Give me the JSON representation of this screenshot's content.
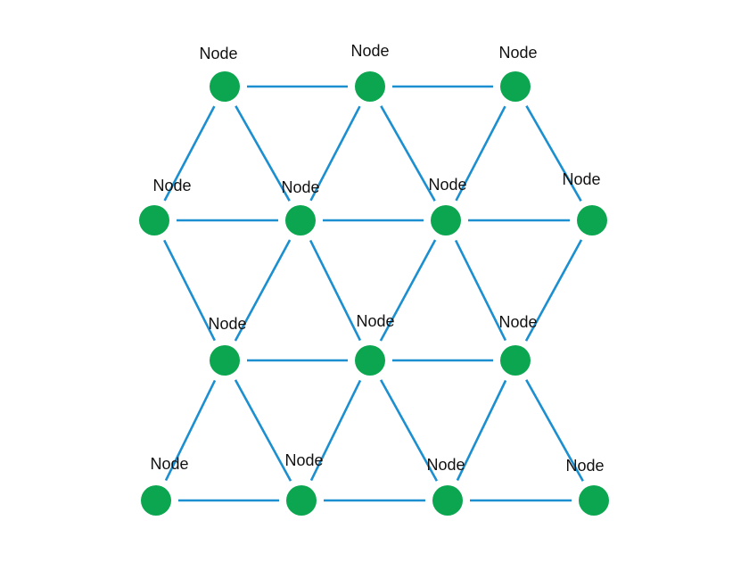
{
  "diagram": {
    "colors": {
      "node": "#0ca650",
      "edge": "#1b8fd0",
      "label": "#111111",
      "background": "#ffffff"
    },
    "nodes": [
      {
        "id": "r0c0",
        "label": "Node"
      },
      {
        "id": "r0c1",
        "label": "Node"
      },
      {
        "id": "r0c2",
        "label": "Node"
      },
      {
        "id": "r1c0",
        "label": "Node"
      },
      {
        "id": "r1c1",
        "label": "Node"
      },
      {
        "id": "r1c2",
        "label": "Node"
      },
      {
        "id": "r1c3",
        "label": "Node"
      },
      {
        "id": "r2c0",
        "label": "Node"
      },
      {
        "id": "r2c1",
        "label": "Node"
      },
      {
        "id": "r2c2",
        "label": "Node"
      },
      {
        "id": "r3c0",
        "label": "Node"
      },
      {
        "id": "r3c1",
        "label": "Node"
      },
      {
        "id": "r3c2",
        "label": "Node"
      },
      {
        "id": "r3c3",
        "label": "Node"
      }
    ],
    "edges": [
      [
        "r0c0",
        "r0c1"
      ],
      [
        "r0c1",
        "r0c2"
      ],
      [
        "r0c0",
        "r1c0"
      ],
      [
        "r0c0",
        "r1c1"
      ],
      [
        "r0c1",
        "r1c1"
      ],
      [
        "r0c1",
        "r1c2"
      ],
      [
        "r0c2",
        "r1c2"
      ],
      [
        "r0c2",
        "r1c3"
      ],
      [
        "r1c0",
        "r1c1"
      ],
      [
        "r1c1",
        "r1c2"
      ],
      [
        "r1c2",
        "r1c3"
      ],
      [
        "r1c0",
        "r2c0"
      ],
      [
        "r1c1",
        "r2c0"
      ],
      [
        "r1c1",
        "r2c1"
      ],
      [
        "r1c2",
        "r2c1"
      ],
      [
        "r1c2",
        "r2c2"
      ],
      [
        "r1c3",
        "r2c2"
      ],
      [
        "r2c0",
        "r2c1"
      ],
      [
        "r2c1",
        "r2c2"
      ],
      [
        "r2c0",
        "r3c0"
      ],
      [
        "r2c0",
        "r3c1"
      ],
      [
        "r2c1",
        "r3c1"
      ],
      [
        "r2c1",
        "r3c2"
      ],
      [
        "r2c2",
        "r3c2"
      ],
      [
        "r2c2",
        "r3c3"
      ],
      [
        "r3c0",
        "r3c1"
      ],
      [
        "r3c1",
        "r3c2"
      ],
      [
        "r3c2",
        "r3c3"
      ]
    ]
  }
}
